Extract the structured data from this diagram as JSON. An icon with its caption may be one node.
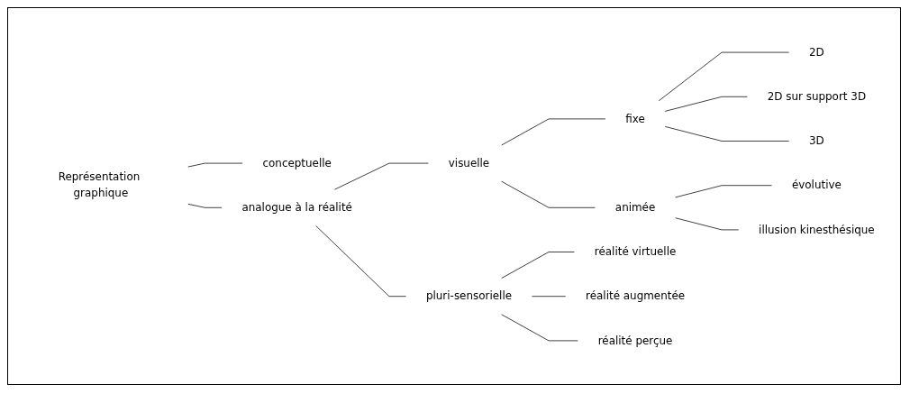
{
  "diagram": {
    "nodes": [
      {
        "text": [
          "Représentation graphique"
        ]
      },
      {
        "text": [
          "conceptuelle"
        ]
      },
      {
        "text": [
          "analogue à la réalité"
        ]
      },
      {
        "text": [
          "visuelle"
        ]
      },
      {
        "text": [
          "pluri-sensorielle"
        ]
      },
      {
        "text": [
          "fixe"
        ]
      },
      {
        "text": [
          "animée"
        ]
      },
      {
        "text": [
          "2D"
        ]
      },
      {
        "text": [
          "2D sur support 3D"
        ]
      },
      {
        "text": [
          "3D"
        ]
      },
      {
        "text": [
          "évolutive"
        ]
      },
      {
        "text": [
          "illusion kinesthésique"
        ]
      },
      {
        "text": [
          "réalité virtuelle"
        ]
      },
      {
        "text": [
          "réalité augmentée"
        ]
      },
      {
        "text": [
          "réalité perçue"
        ]
      }
    ],
    "edges": [
      {
        "from": 0,
        "to": 1,
        "arrow": "none"
      },
      {
        "from": 0,
        "to": 2,
        "arrow": "none"
      },
      {
        "from": 2,
        "to": 3,
        "arrow": "none"
      },
      {
        "from": 2,
        "to": 4,
        "arrow": "none"
      },
      {
        "from": 3,
        "to": 5,
        "arrow": "none"
      },
      {
        "from": 3,
        "to": 6,
        "arrow": "none"
      },
      {
        "from": 5,
        "to": 7,
        "arrow": "none"
      },
      {
        "from": 5,
        "to": 8,
        "arrow": "none"
      },
      {
        "from": 5,
        "to": 9,
        "arrow": "none"
      },
      {
        "from": 6,
        "to": 10,
        "arrow": "none"
      },
      {
        "from": 6,
        "to": 11,
        "arrow": "none"
      },
      {
        "from": 4,
        "to": 12,
        "arrow": "none"
      },
      {
        "from": 4,
        "to": 13,
        "arrow": "none"
      },
      {
        "from": 4,
        "to": 14,
        "arrow": "none"
      }
    ]
  }
}
